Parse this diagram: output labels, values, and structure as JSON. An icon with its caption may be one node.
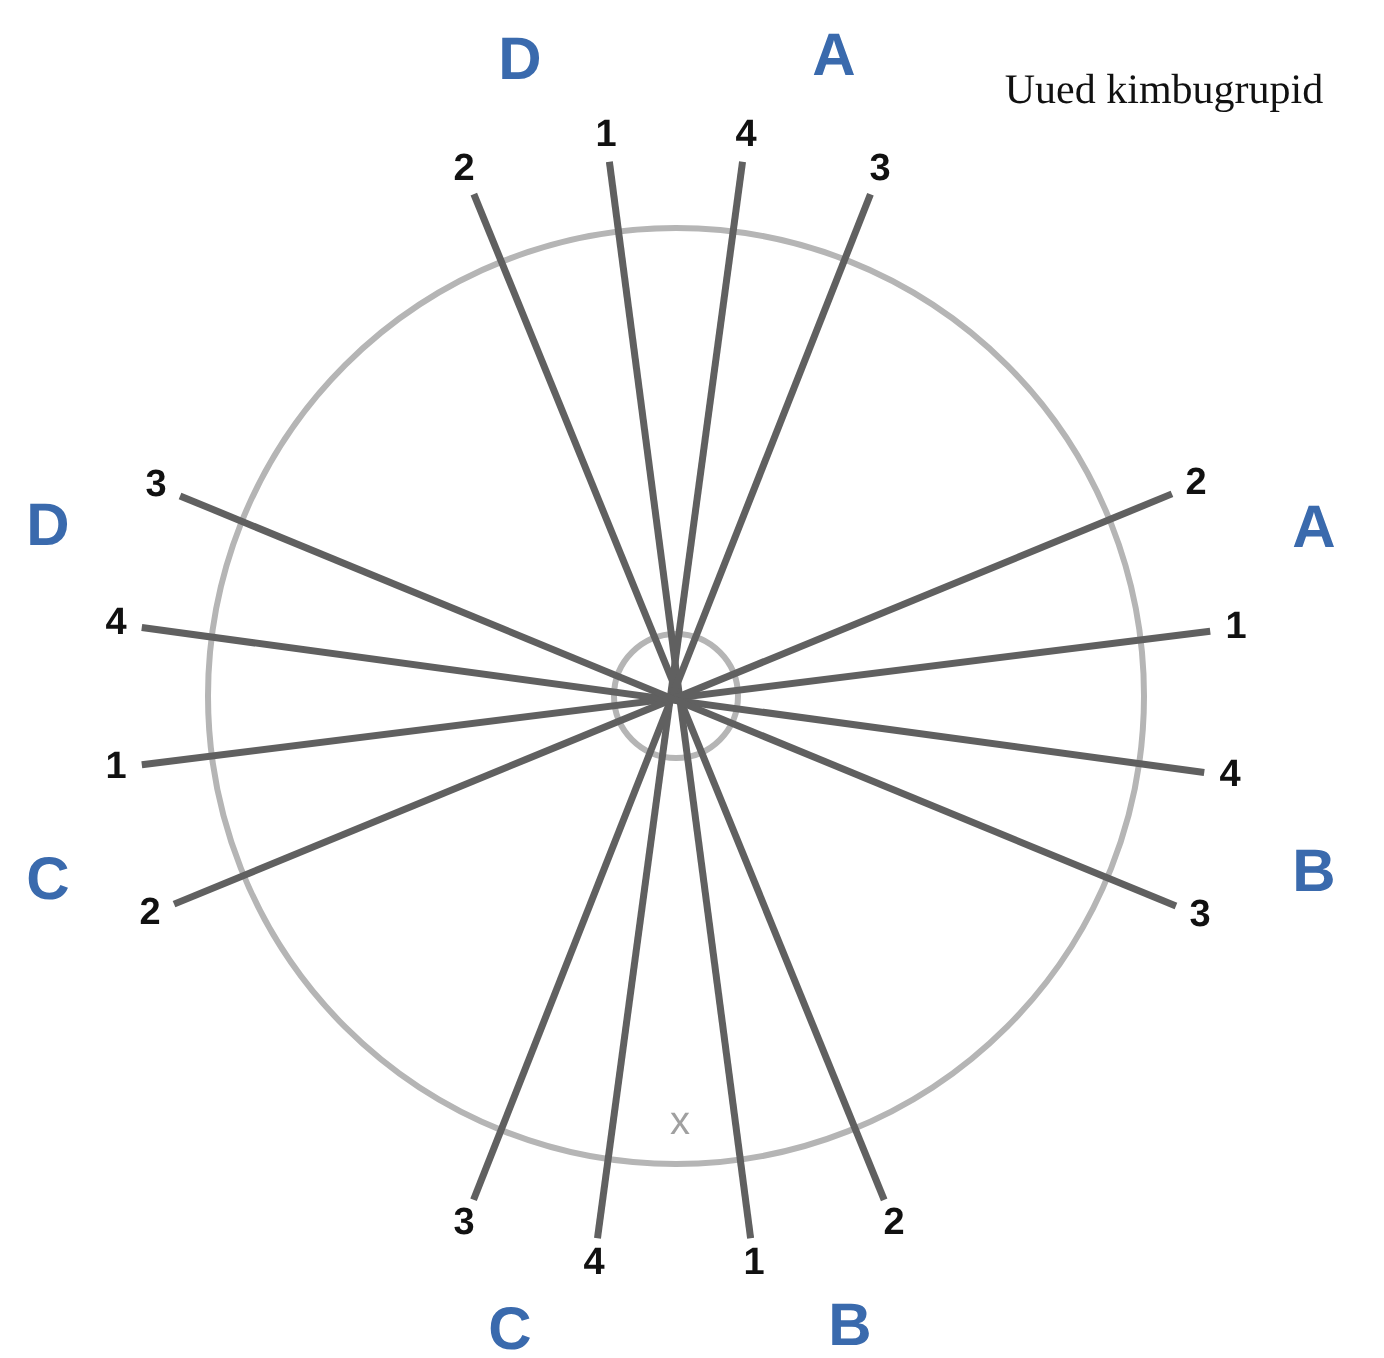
{
  "diagram": {
    "nodes": [
      {
        "text": [
          "2"
        ]
      },
      {
        "text": [
          "1"
        ]
      },
      {
        "text": [
          "4"
        ]
      },
      {
        "text": [
          "3"
        ]
      },
      {
        "text": [
          "3"
        ]
      },
      {
        "text": [
          "2"
        ]
      },
      {
        "text": [
          "4"
        ]
      },
      {
        "text": [
          "1"
        ]
      },
      {
        "text": [
          "1"
        ]
      },
      {
        "text": [
          "4"
        ]
      },
      {
        "text": [
          "2"
        ]
      },
      {
        "text": [
          "3"
        ]
      },
      {
        "text": [
          "3"
        ]
      },
      {
        "text": [
          "2"
        ]
      },
      {
        "text": [
          "4"
        ]
      },
      {
        "text": [
          "1"
        ]
      }
    ],
    "edges": [
      {
        "from": 0,
        "to": 13,
        "arrow": "none"
      },
      {
        "from": 1,
        "to": 15,
        "arrow": "none"
      },
      {
        "from": 2,
        "to": 14,
        "arrow": "none"
      },
      {
        "from": 3,
        "to": 12,
        "arrow": "none"
      },
      {
        "from": 5,
        "to": 10,
        "arrow": "none"
      },
      {
        "from": 7,
        "to": 8,
        "arrow": "none"
      },
      {
        "from": 9,
        "to": 6,
        "arrow": "none"
      },
      {
        "from": 11,
        "to": 4,
        "arrow": "none"
      }
    ],
    "labels": [
      "D",
      "A",
      "Uued kimbugrupid",
      "D",
      "A",
      "C",
      "B",
      "x",
      "C",
      "B"
    ]
  }
}
